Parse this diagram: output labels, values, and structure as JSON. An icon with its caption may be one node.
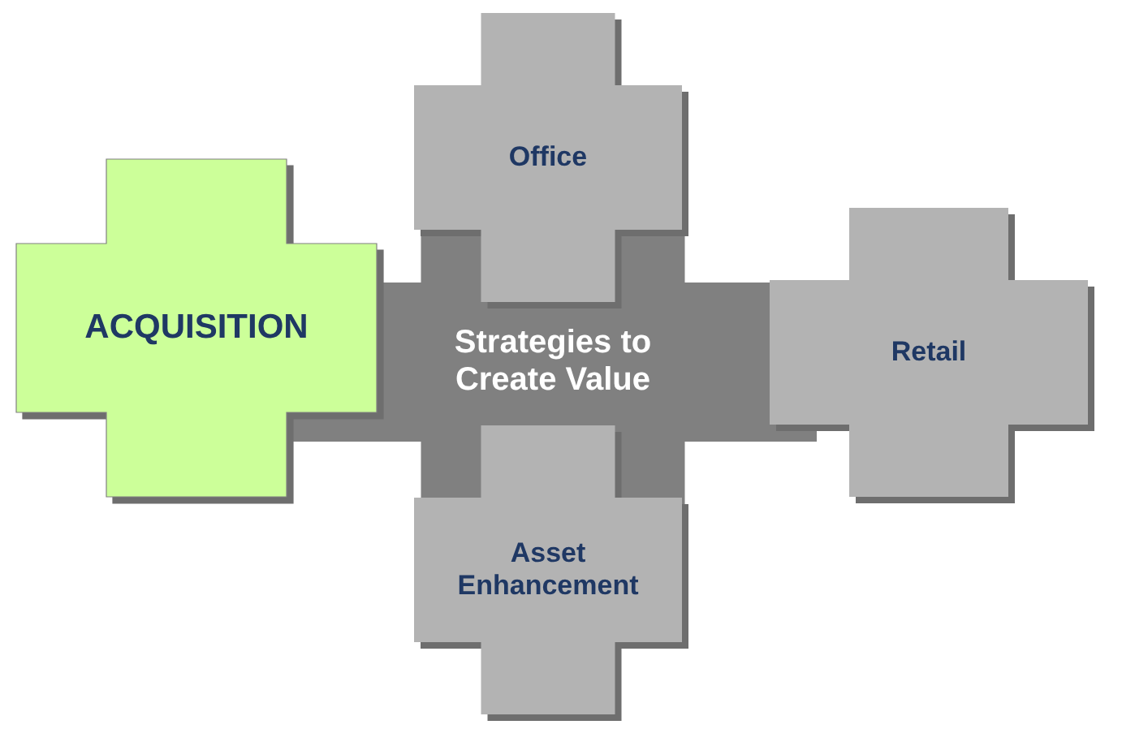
{
  "diagram": {
    "nodes": [
      {
        "text": [
          "Office"
        ]
      },
      {
        "text": [
          "ACQUISITION"
        ]
      },
      {
        "text": [
          "Strategies to Create Value"
        ]
      },
      {
        "text": [
          "Retail"
        ]
      },
      {
        "text": [
          "Asset Enhancement"
        ]
      }
    ]
  }
}
